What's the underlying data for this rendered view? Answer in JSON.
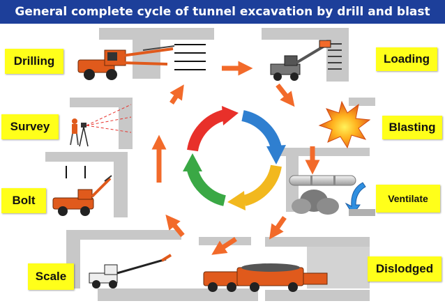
{
  "title": "General complete cycle of tunnel excavation by drill and blast",
  "steps": {
    "drilling": "Drilling",
    "loading": "Loading",
    "survey": "Survey",
    "blasting": "Blasting",
    "bolt": "Bolt",
    "ventilate": "Ventilate",
    "scale": "Scale",
    "dislodged": "Dislodged"
  },
  "colors": {
    "title_bg": "#1d3f9a",
    "label_bg": "#ffff1a",
    "flow_arrow": "#f26a2a",
    "tunnel_wall": "#c8c8c8",
    "machine": "#e05a1c",
    "cycle_red": "#e8302a",
    "cycle_blue": "#2f7fd0",
    "cycle_yellow": "#f2b81e",
    "cycle_green": "#3aa845"
  },
  "icons": [
    "drill-rig-icon",
    "charging-truck-icon",
    "surveyor-icon",
    "explosion-icon",
    "bolter-icon",
    "ventilation-duct-icon",
    "scaler-icon",
    "mucking-loader-icon",
    "cycle-arrows-icon"
  ]
}
